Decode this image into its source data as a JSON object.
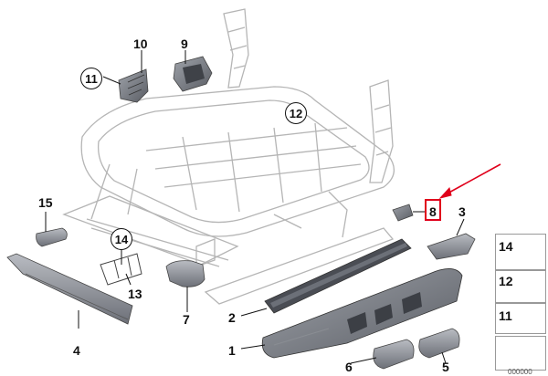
{
  "diagram": {
    "callouts": [
      {
        "id": "c1",
        "label": "1"
      },
      {
        "id": "c2",
        "label": "2"
      },
      {
        "id": "c3",
        "label": "3"
      },
      {
        "id": "c4",
        "label": "4"
      },
      {
        "id": "c5",
        "label": "5"
      },
      {
        "id": "c6",
        "label": "6"
      },
      {
        "id": "c7",
        "label": "7"
      },
      {
        "id": "c8",
        "label": "8"
      },
      {
        "id": "c9",
        "label": "9"
      },
      {
        "id": "c10",
        "label": "10"
      },
      {
        "id": "c11",
        "label": "11"
      },
      {
        "id": "c12",
        "label": "12"
      },
      {
        "id": "c13",
        "label": "13"
      },
      {
        "id": "c14",
        "label": "14"
      },
      {
        "id": "c15",
        "label": "15"
      }
    ],
    "highlighted_part": "8",
    "highlight_color": "#e0001b",
    "legend": [
      {
        "label": "14",
        "icon": "hex-bolt-icon"
      },
      {
        "label": "12",
        "icon": "clip-nut-icon"
      },
      {
        "label": "11",
        "icon": "screw-icon"
      },
      {
        "label": "",
        "icon": "arrow-icon"
      }
    ],
    "footer_code": "000000"
  }
}
